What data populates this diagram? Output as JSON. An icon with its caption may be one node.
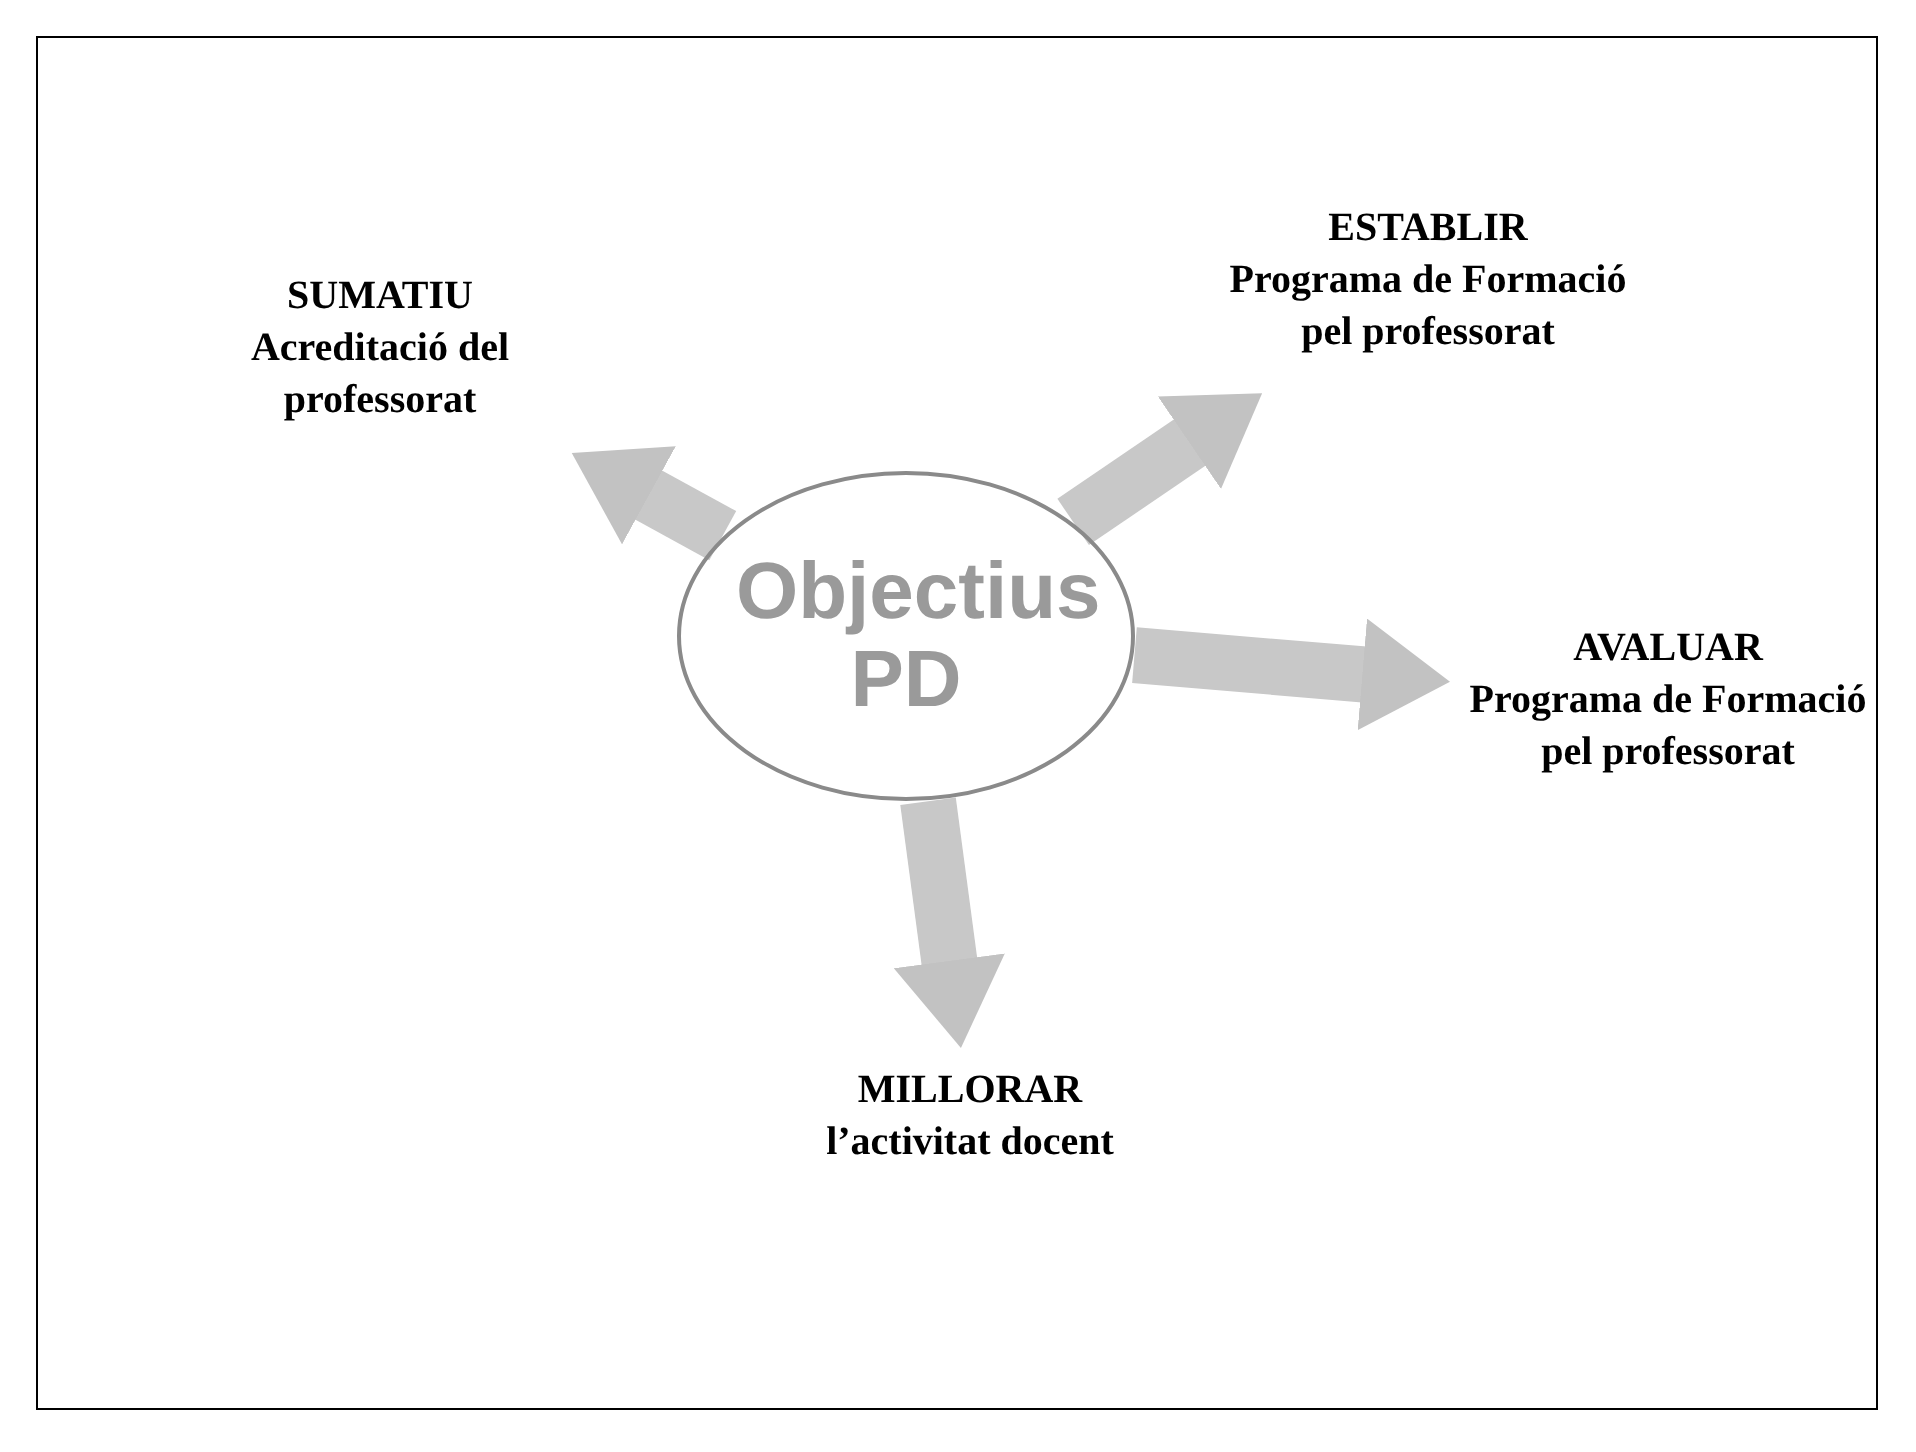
{
  "diagram": {
    "nodes": [
      {
        "text": [
          "Objectius PD"
        ]
      },
      {
        "text": [
          "SUMATIU",
          "Acreditació del professorat"
        ]
      },
      {
        "text": [
          "ESTABLIR",
          "Programa de Formació pel professorat"
        ]
      },
      {
        "text": [
          "AVALUAR",
          "Programa de Formació pel professorat"
        ]
      },
      {
        "text": [
          "MILLORAR",
          "l’activitat docent"
        ]
      }
    ],
    "edges": [
      {
        "from": 0,
        "to": 1,
        "arrow": "to"
      },
      {
        "from": 0,
        "to": 2,
        "arrow": "to"
      },
      {
        "from": 0,
        "to": 3,
        "arrow": "to"
      },
      {
        "from": 0,
        "to": 4,
        "arrow": "to"
      }
    ]
  }
}
